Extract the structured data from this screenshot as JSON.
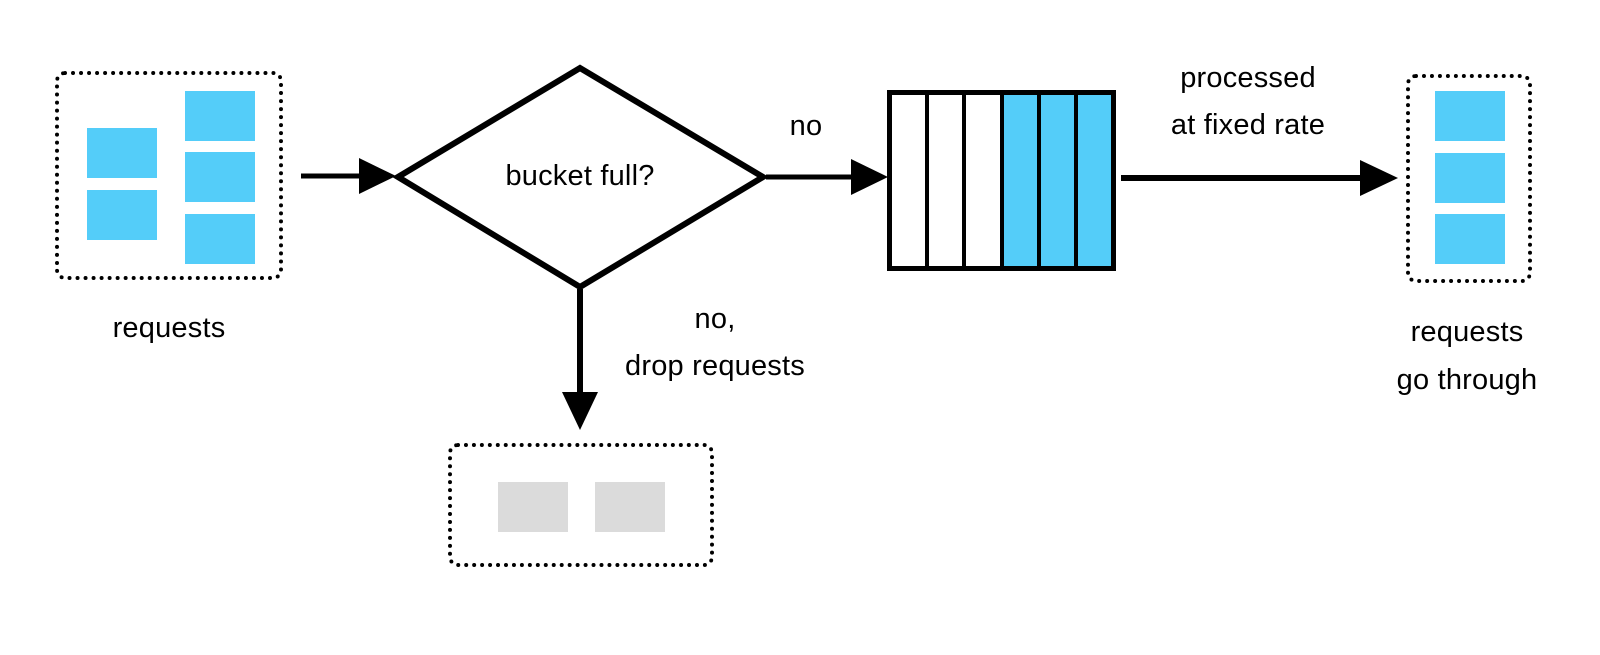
{
  "colors": {
    "request_blue": "#54CDF9",
    "dropped_gray": "#DBDBDB",
    "ink": "#000000"
  },
  "nodes": {
    "incoming_requests": {
      "label": "requests",
      "item_count": 5
    },
    "decision": {
      "label": "bucket full?"
    },
    "bucket_queue": {
      "slots": [
        "empty",
        "empty",
        "empty",
        "full",
        "full",
        "full"
      ]
    },
    "outgoing_requests": {
      "label_line1": "requests",
      "label_line2": "go through",
      "item_count": 3
    },
    "dropped_requests": {
      "item_count": 2
    }
  },
  "edges": {
    "decision_to_bucket": {
      "label": "no"
    },
    "bucket_to_outgoing": {
      "label_line1": "processed",
      "label_line2": "at fixed rate"
    },
    "decision_to_dropped": {
      "label_line1": "no,",
      "label_line2": "drop requests"
    }
  }
}
